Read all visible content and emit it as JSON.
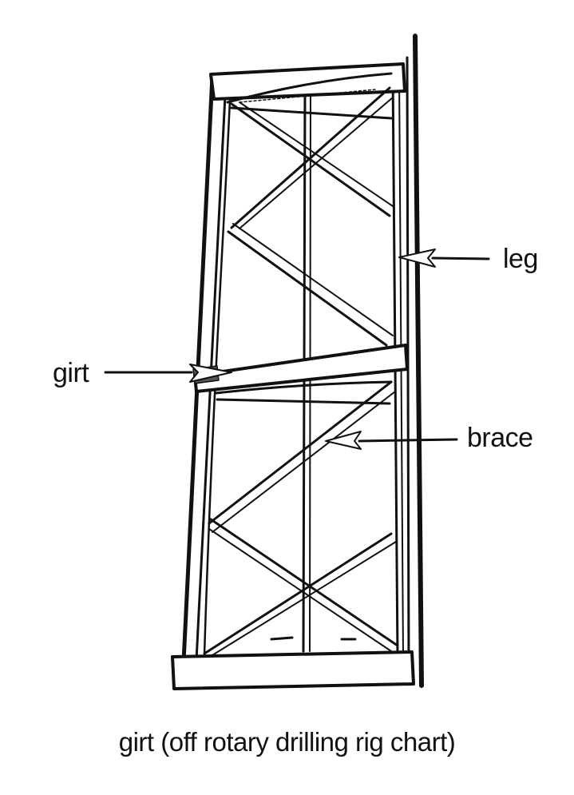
{
  "labels": {
    "leg": "leg",
    "girt": "girt",
    "brace": "brace"
  },
  "caption": "girt (off rotary drilling rig chart)",
  "colors": {
    "ink": "#111111",
    "paper": "#ffffff"
  }
}
